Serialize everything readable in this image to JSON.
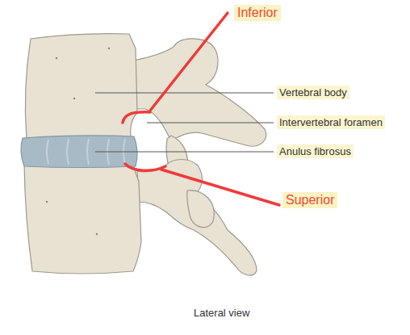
{
  "diagram": {
    "caption": "Lateral view",
    "labels": [
      "Inferior",
      "Vertebral body",
      "Intervertebral foramen",
      "Anulus fibrosus",
      "Superior"
    ]
  }
}
